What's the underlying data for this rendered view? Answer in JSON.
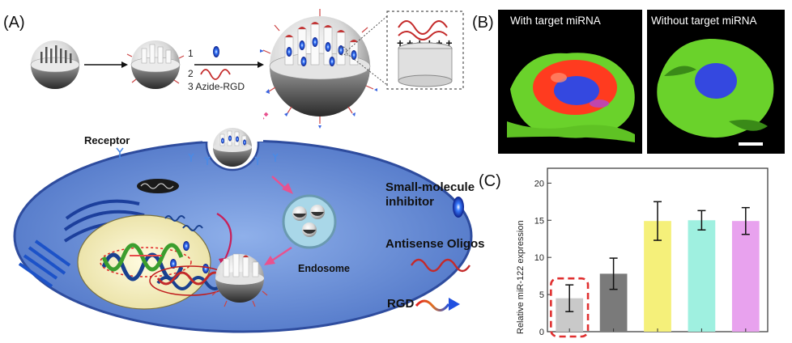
{
  "panel_a": {
    "label": "(A)",
    "step_labels": [
      "1",
      "2",
      "3 Azide-RGD"
    ],
    "receptor_label": "Receptor",
    "endosome_label": "Endosome"
  },
  "legend": {
    "items": [
      {
        "label_line1": "Small-molecule",
        "label_line2": "inhibitor",
        "icon": "blue-capsule-icon"
      },
      {
        "label_line1": "Antisense Oligos",
        "label_line2": "",
        "icon": "red-wave-icon"
      },
      {
        "label_line1": "RGD",
        "label_line2": "",
        "icon": "rgd-arrow-icon"
      }
    ]
  },
  "panel_b": {
    "label": "(B)",
    "left_title": "With target miRNA",
    "right_title": "Without target miRNA"
  },
  "panel_c": {
    "label": "(C)"
  },
  "colors": {
    "cell": "#5f86d3",
    "membrane": "#2e4c9e",
    "nucleus": "#f4efc2",
    "endosome": "#a9d7e8",
    "particle": "#8a8a8a",
    "micrograph_bg": "#000000",
    "green_stain": "#6ad22b",
    "red_stain": "#ff3b1f",
    "blue_stain": "#3448e0"
  },
  "chart_data": {
    "type": "bar",
    "ylabel": "Relative miR-122 expression",
    "ylim": [
      0,
      22
    ],
    "yticks": [
      0,
      5,
      10,
      15,
      20
    ],
    "categories": [
      "",
      "",
      "",
      "",
      ""
    ],
    "values": [
      4.5,
      7.8,
      14.9,
      15.0,
      14.9
    ],
    "errors": [
      1.8,
      2.1,
      2.6,
      1.3,
      1.8
    ],
    "colors": [
      "#c9c9c9",
      "#7a7a7a",
      "#f5f07a",
      "#9ff0e0",
      "#e8a2ee"
    ],
    "highlight_index": 0,
    "highlight_color": "#e03030"
  }
}
